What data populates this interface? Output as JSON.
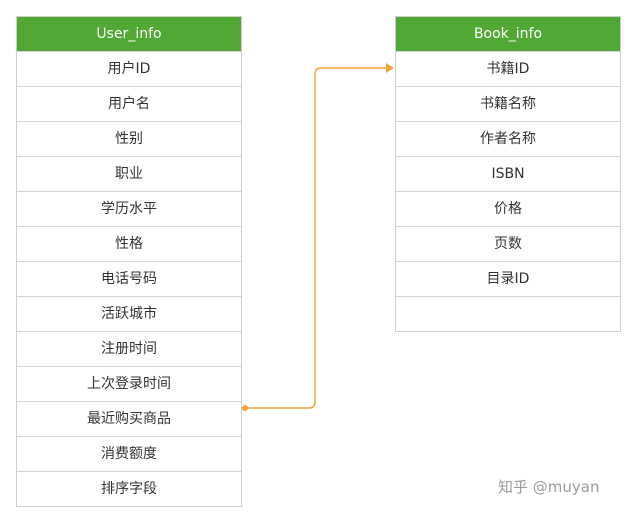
{
  "user_table": {
    "title": "User_info",
    "fields": [
      "用户ID",
      "用户名",
      "性别",
      "职业",
      "学历水平",
      "性格",
      "电话号码",
      "活跃城市",
      "注册时间",
      "上次登录时间",
      "最近购买商品",
      "消费额度",
      "排序字段"
    ]
  },
  "book_table": {
    "title": "Book_info",
    "fields": [
      "书籍ID",
      "书籍名称",
      "作者名称",
      "ISBN",
      "价格",
      "页数",
      "目录ID",
      ""
    ]
  },
  "connector": {
    "from": "最近购买商品",
    "to": "书籍ID",
    "color": "#f0a23c"
  },
  "watermark": "知乎 @muyan"
}
